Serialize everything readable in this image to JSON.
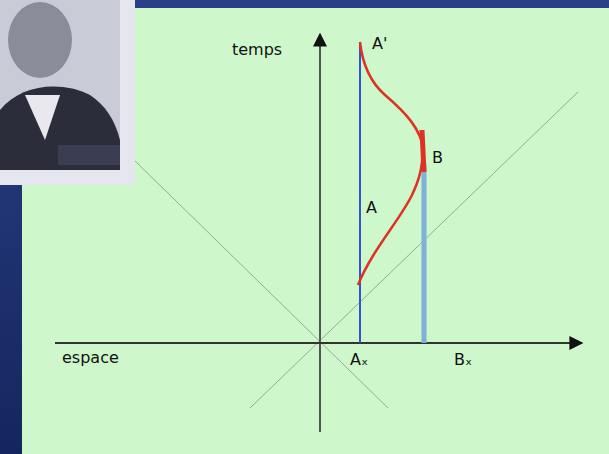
{
  "diagram": {
    "labels": [
      "temps",
      "A'",
      "B",
      "A",
      "espace",
      "Aₓ",
      "Bₓ"
    ]
  }
}
